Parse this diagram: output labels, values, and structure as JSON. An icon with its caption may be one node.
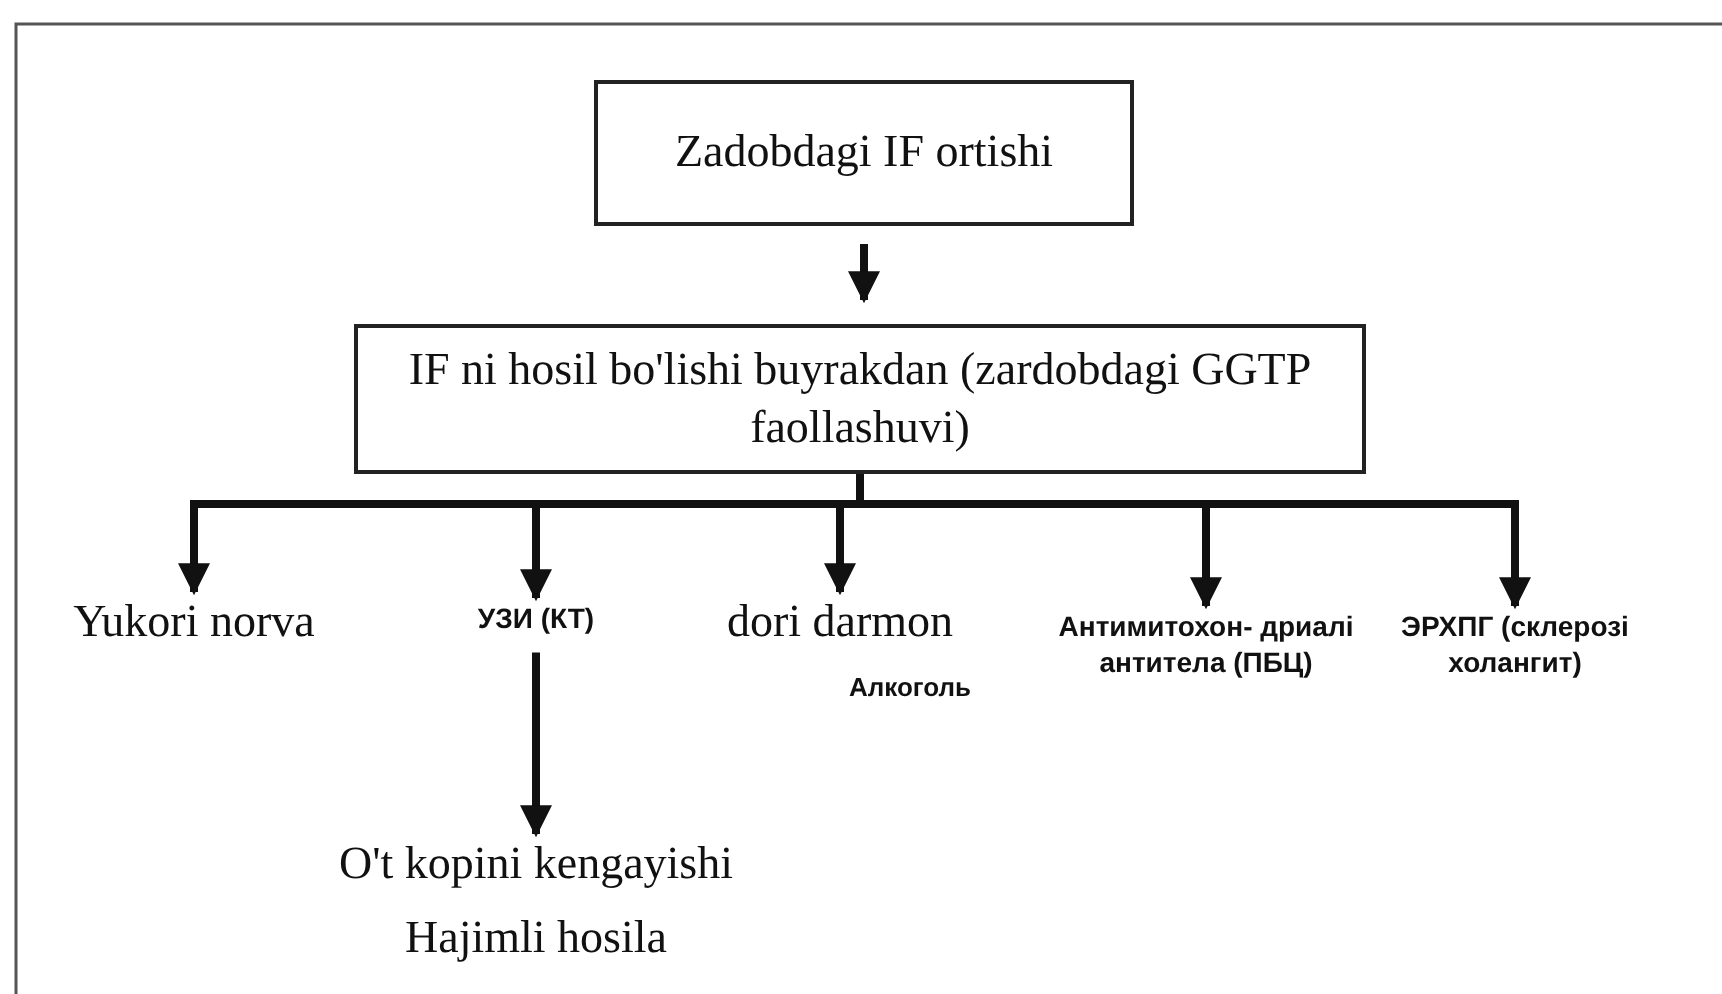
{
  "diagram": {
    "nodes": [
      {
        "text": [
          "Zadobdagi IF ortishi"
        ]
      },
      {
        "text": [
          "IF ni hosil bo'lishi buyrakdan (zardobdagi GGTP faollashuvi)"
        ]
      },
      {
        "text": [
          "Yukori norva"
        ]
      },
      {
        "text": [
          "УЗИ (КТ)"
        ]
      },
      {
        "text": [
          "dori darmon"
        ],
        "beside": [
          "Алкоголь"
        ]
      },
      {
        "text": [
          "Антимитохон- дриалі антитела (ПБЦ)"
        ]
      },
      {
        "text": [
          "ЭРХПГ (склерозі холангит)"
        ]
      },
      {
        "text": [
          "O't kopini kengayishi",
          "Hajimli hosila"
        ]
      }
    ],
    "edges": [
      {
        "from": 0,
        "to": 1,
        "arrow": "to"
      },
      {
        "from": 1,
        "to": 2,
        "arrow": "to"
      },
      {
        "from": 1,
        "to": 3,
        "arrow": "to"
      },
      {
        "from": 1,
        "to": 4,
        "arrow": "to"
      },
      {
        "from": 1,
        "to": 5,
        "arrow": "to"
      },
      {
        "from": 1,
        "to": 6,
        "arrow": "to"
      },
      {
        "from": 3,
        "to": 7,
        "arrow": "to"
      }
    ]
  }
}
